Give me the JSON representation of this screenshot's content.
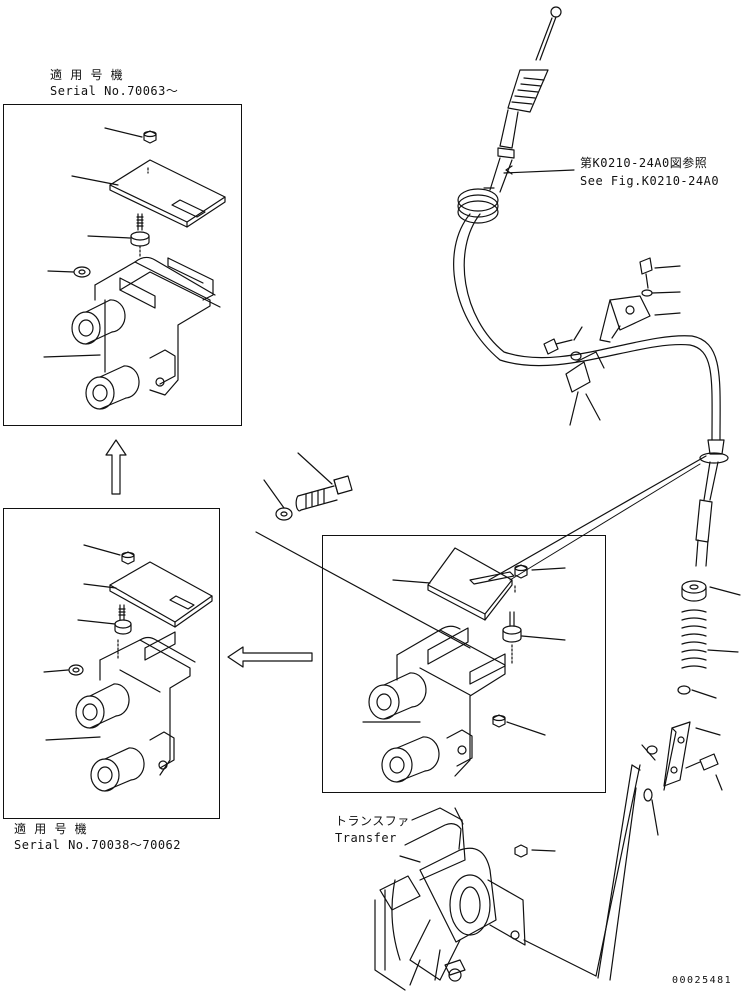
{
  "top_callout": {
    "line1": "適 用 号 機",
    "line2": "Serial No.70063～"
  },
  "bottom_callout": {
    "line1": "適 用 号 機",
    "line2": "Serial No.70038～70062"
  },
  "cable_reference": {
    "line1": "第K0210-24A0図参照",
    "line2": "See Fig.K0210-24A0"
  },
  "transfer_label": {
    "line1": "トランスファ",
    "line2": "Transfer"
  },
  "drawing_number": "00025481"
}
